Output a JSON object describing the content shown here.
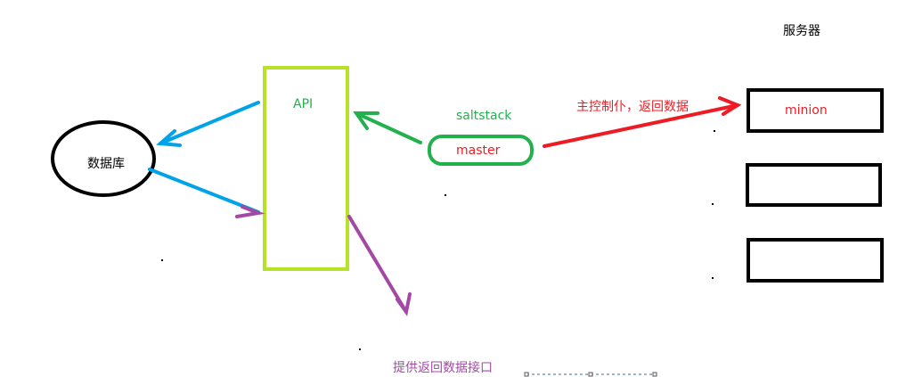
{
  "diagram": {
    "server_title": "服务器",
    "database_label": "数据库",
    "api_label": "API",
    "saltstack_label": "saltstack",
    "master_label": "master",
    "control_label": "主控制仆，返回数据",
    "minion_label": "minion",
    "interface_label": "提供返回数据接口"
  },
  "colors": {
    "database": "#000000",
    "api": "#b7e228",
    "api_text": "#22b14c",
    "master": "#22b14c",
    "master_text": "#ed1c24",
    "control_arrow": "#ed1c24",
    "db_arrow": "#00a2e8",
    "interface_arrow": "#a349a4",
    "servers": "#000000"
  }
}
